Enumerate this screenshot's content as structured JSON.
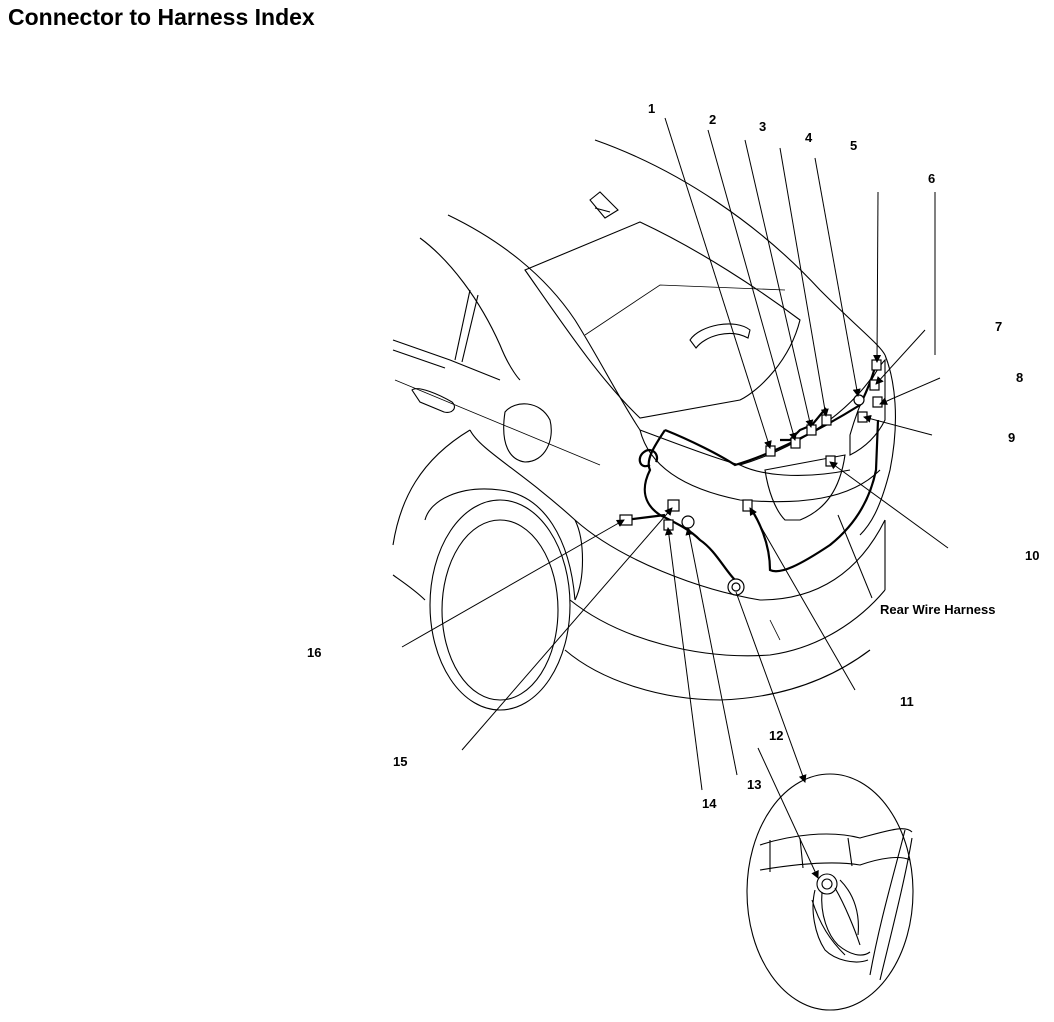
{
  "title": "Connector to Harness Index",
  "harness_label": "Rear Wire Harness",
  "callouts": [
    "1",
    "2",
    "3",
    "4",
    "5",
    "6",
    "7",
    "8",
    "9",
    "10",
    "11",
    "12",
    "13",
    "14",
    "15",
    "16"
  ],
  "icons": {
    "vehicle": "vehicle-rear-outline-icon",
    "detail": "grommet-detail-icon"
  }
}
